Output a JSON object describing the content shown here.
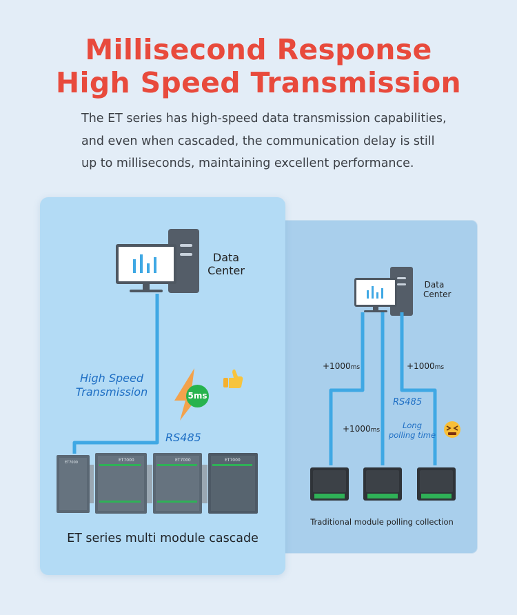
{
  "header": {
    "title_line1": "Millisecond Response",
    "title_line2": "High Speed Transmission",
    "description_line1": "The ET series has high-speed data transmission capabilities,",
    "description_line2": "and even when cascaded, the communication delay is still",
    "description_line3": "up to milliseconds, maintaining excellent performance."
  },
  "left_panel": {
    "data_center_line1": "Data",
    "data_center_line2": "Center",
    "speed_label_line1": "High Speed",
    "speed_label_line2": "Transmission",
    "badge": "5ms",
    "bus_label": "RS485",
    "module_label": "ET7000",
    "caption": "ET series multi module cascade"
  },
  "right_panel": {
    "data_center_line1": "Data",
    "data_center_line2": "Center",
    "delay_left": "+1000",
    "delay_middle": "+1000",
    "delay_right": "+1000",
    "delay_unit": "ms",
    "bus_label": "RS485",
    "polling_line1": "Long",
    "polling_line2": "polling time",
    "caption": "Traditional module polling collection"
  },
  "colors": {
    "title": "#e84a3c",
    "line": "#3fa8e4",
    "label_blue": "#1f6fc4",
    "badge_green": "#27b34e",
    "lightning": "#f3a24c"
  }
}
